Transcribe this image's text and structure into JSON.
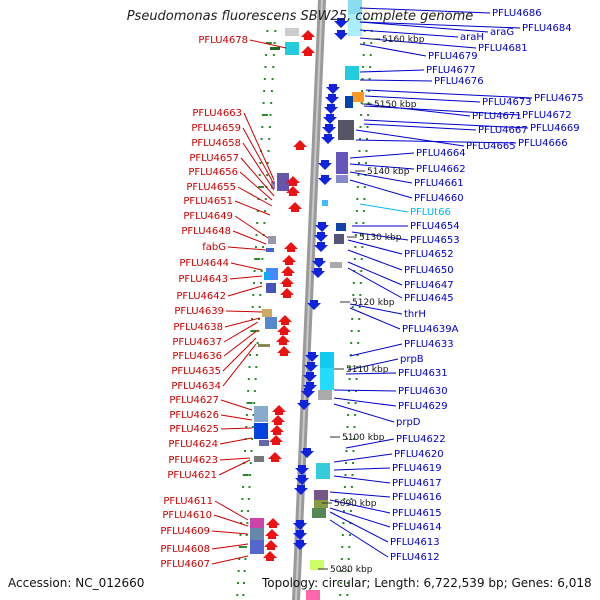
{
  "title": "Pseudomonas fluorescens SBW25, complete genome",
  "accession": "Accession: NC_012660",
  "topology": "Topology: circular; Length: 6,722,539 bp; Genes: 6,018",
  "colors": {
    "left_label": "#cc0000",
    "right_label": "#0000cc",
    "highlight_label": "#00bbee",
    "backbone": "#9a9a9a",
    "tick": "#2a8a2a"
  },
  "kbp_markers": [
    "5160 kbp",
    "5150 kbp",
    "5140 kbp",
    "5130 kbp",
    "5120 kbp",
    "5110 kbp",
    "5100 kbp",
    "5090 kbp",
    "5080 kbp"
  ],
  "left_labels": [
    "PFLU4678",
    "PFLU4663",
    "PFLU4659",
    "PFLU4658",
    "PFLU4657",
    "PFLU4656",
    "PFLU4655",
    "PFLU4651",
    "PFLU4649",
    "PFLU4648",
    "fabG",
    "PFLU4644",
    "PFLU4643",
    "PFLU4642",
    "PFLU4639",
    "PFLU4638",
    "PFLU4637",
    "PFLU4636",
    "PFLU4635",
    "PFLU4634",
    "PFLU4627",
    "PFLU4626",
    "PFLU4625",
    "PFLU4624",
    "PFLU4623",
    "PFLU4621",
    "PFLU4611",
    "PFLU4610",
    "PFLU4609",
    "PFLU4608",
    "PFLU4607"
  ],
  "right_labels": [
    "PFLU4686",
    "araG",
    "PFLU4684",
    "araH",
    "PFLU4681",
    "PFLU4679",
    "PFLU4677",
    "PFLU4676",
    "PFLU4673",
    "PFLU4675",
    "PFLU4671",
    "PFLU4672",
    "PFLU4667",
    "PFLU4669",
    "PFLU4665",
    "PFLU4666",
    "PFLU4664",
    "PFLU4662",
    "PFLU4661",
    "PFLU4660",
    "PFLUt66",
    "PFLU4654",
    "PFLU4653",
    "PFLU4652",
    "PFLU4650",
    "PFLU4647",
    "PFLU4645",
    "thrH",
    "PFLU4639A",
    "PFLU4633",
    "prpB",
    "PFLU4631",
    "PFLU4630",
    "PFLU4629",
    "prpD",
    "PFLU4622",
    "PFLU4620",
    "PFLU4619",
    "PFLU4617",
    "PFLU4616",
    "PFLU4615",
    "PFLU4614",
    "PFLU4613",
    "PFLU4612"
  ]
}
